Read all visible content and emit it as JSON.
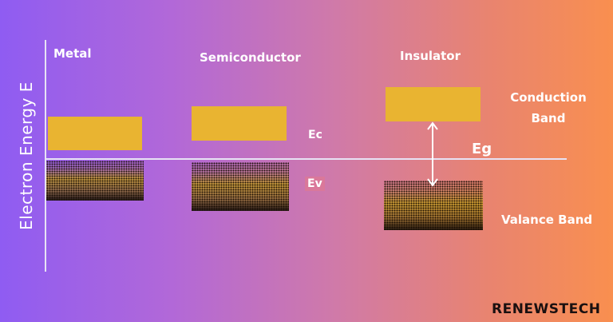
{
  "diagram": {
    "y_axis_label": "Electron Energy  E",
    "materials": {
      "metal": "Metal",
      "semiconductor": "Semiconductor",
      "insulator": "Insulator"
    },
    "levels": {
      "conduction_edge": "Ec",
      "valence_edge": "Ev",
      "gap": "Eg"
    },
    "band_labels": {
      "conduction": "Conduction Band",
      "valence": "Valance Band"
    },
    "brand": "RENEWSTECH"
  },
  "colors": {
    "band_yellow": "#e9b431",
    "axis_line": "#e7e2f4",
    "background_start": "#8f5cf2",
    "background_end": "#f98f4f",
    "brand_text": "#1a1010"
  }
}
